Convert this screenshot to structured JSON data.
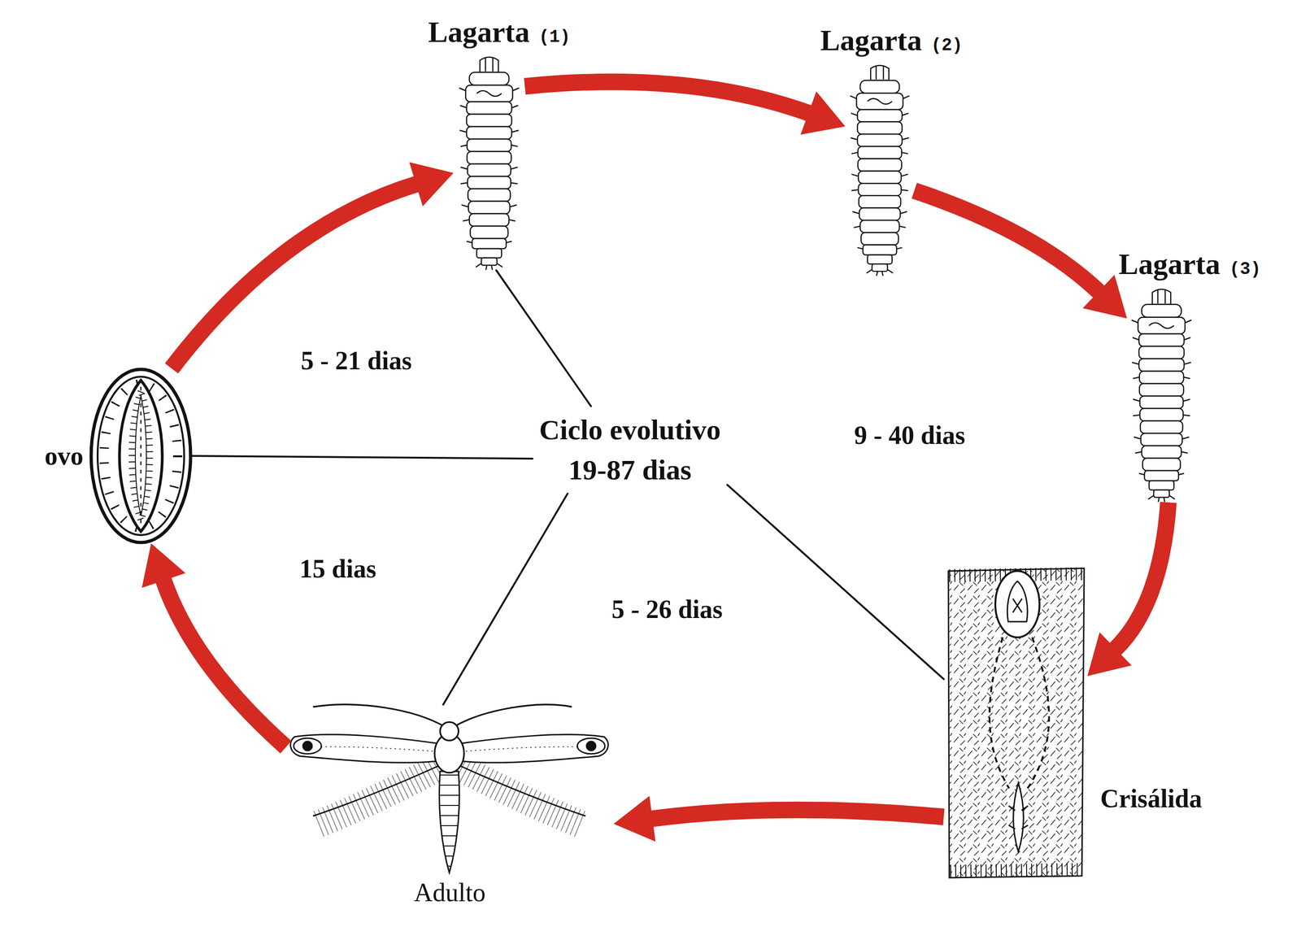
{
  "diagram": {
    "nodes": [
      {
        "text": [
          "Lagarta",
          "(1)"
        ]
      },
      {
        "text": [
          "Lagarta",
          "(2)"
        ]
      },
      {
        "text": [
          "Lagarta",
          "(3)"
        ]
      },
      {
        "text": [
          "ovo"
        ]
      },
      {
        "text": [
          "Ciclo evolutivo",
          "19-87 dias"
        ]
      },
      {
        "text": [
          "Crisálida"
        ]
      },
      {
        "text": [
          "Adulto"
        ]
      }
    ],
    "edges": [
      {
        "from": 3,
        "to": 0,
        "arrow": "to"
      },
      {
        "from": 0,
        "to": 1,
        "arrow": "to"
      },
      {
        "from": 1,
        "to": 2,
        "arrow": "to"
      },
      {
        "from": 2,
        "to": 5,
        "arrow": "to"
      },
      {
        "from": 5,
        "to": 6,
        "arrow": "to"
      },
      {
        "from": 6,
        "to": 3,
        "arrow": "to"
      },
      {
        "from": 4,
        "to": 0,
        "arrow": "none"
      },
      {
        "from": 4,
        "to": 3,
        "arrow": "none"
      },
      {
        "from": 4,
        "to": 6,
        "arrow": "none"
      },
      {
        "from": 4,
        "to": 5,
        "arrow": "none"
      }
    ],
    "labels": [
      "5 - 21 dias",
      "9 - 40 dias",
      "15 dias",
      "5 - 26 dias"
    ]
  }
}
